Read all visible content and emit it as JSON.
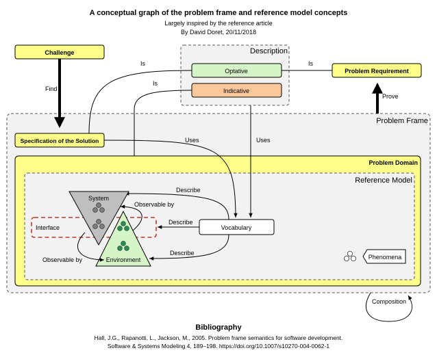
{
  "header": {
    "title": "A conceptual graph of the problem frame and reference model concepts",
    "subtitle": "Largely inspired by the reference article",
    "byline": "By David Doret, 20/11/2018"
  },
  "nodes": {
    "challenge": "Challenge",
    "description": "Description",
    "optative": "Optative",
    "indicative": "Indicative",
    "problem_requirement": "Problem Requirement",
    "problem_frame": "Problem Frame",
    "specification": "Specification of the Solution",
    "problem_domain": "Problem Domain",
    "reference_model": "Reference Model",
    "system": "System",
    "environment": "Environment",
    "interface": "Interface",
    "vocabulary": "Vocabulary",
    "phenomena": "Phenomena",
    "composition": "Composition"
  },
  "edges": {
    "find": "Find",
    "is_optative": "Is",
    "is_indicative": "Is",
    "is_requirement": "Is",
    "prove": "Prove",
    "uses_spec": "Uses",
    "uses_desc": "Uses",
    "describe_system": "Describe",
    "describe_interface": "Describe",
    "describe_environment": "Describe",
    "observable_by_env": "Observable by",
    "observable_by_sys": "Observable by"
  },
  "bibliography": {
    "heading": "Bibliography",
    "line1": "Hall, J.G., Rapanotti, L., Jackson, M., 2005. Problem frame semantics for software development.",
    "line2": "Software & Systems Modeling 4, 189–198. https://doi.org/10.1007/s10270-004-0062-1"
  },
  "colors": {
    "yellow": "#fdfd8a",
    "green": "#d5f5c8",
    "orange": "#fcc89b",
    "gray_panel": "#f2f2f2",
    "dark_green": "#2e8b57",
    "system_gray": "#bfbfbf",
    "interface_red": "#c0392b"
  }
}
